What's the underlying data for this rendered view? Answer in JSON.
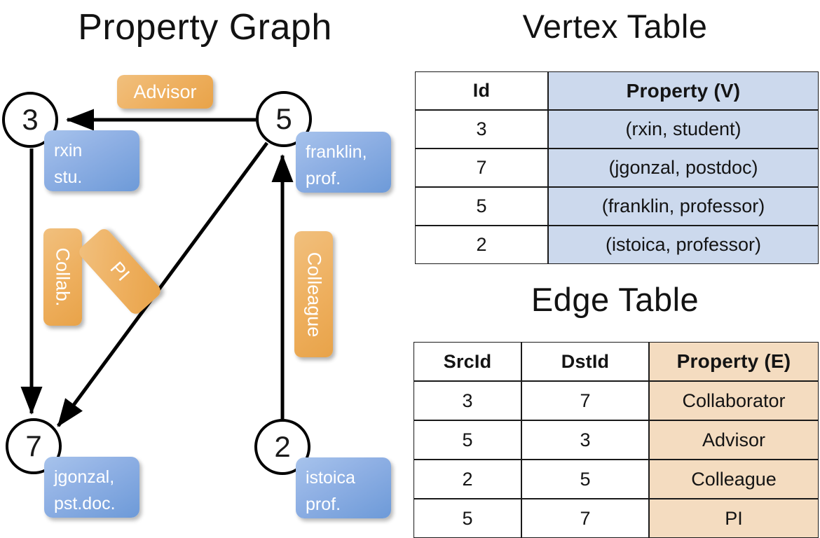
{
  "panels": {
    "graph_title": "Property Graph",
    "vertex_title": "Vertex Table",
    "edge_title": "Edge Table"
  },
  "graph": {
    "nodes": [
      {
        "id": "3",
        "property_lines": [
          "rxin",
          "stu."
        ]
      },
      {
        "id": "5",
        "property_lines": [
          "franklin,",
          "prof."
        ]
      },
      {
        "id": "7",
        "property_lines": [
          "jgonzal,",
          "pst.doc."
        ]
      },
      {
        "id": "2",
        "property_lines": [
          "istoica",
          "prof."
        ]
      }
    ],
    "edge_labels": [
      {
        "name": "advisor",
        "text": "Advisor"
      },
      {
        "name": "collab",
        "text": "Collab."
      },
      {
        "name": "pi",
        "text": "PI"
      },
      {
        "name": "colleague",
        "text": "Colleague"
      }
    ]
  },
  "vertex_table": {
    "headers": [
      "Id",
      "Property (V)"
    ],
    "rows": [
      {
        "id": "3",
        "property": "(rxin, student)"
      },
      {
        "id": "7",
        "property": "(jgonzal, postdoc)"
      },
      {
        "id": "5",
        "property": "(franklin, professor)"
      },
      {
        "id": "2",
        "property": "(istoica, professor)"
      }
    ]
  },
  "edge_table": {
    "headers": [
      "SrcId",
      "DstId",
      "Property (E)"
    ],
    "rows": [
      {
        "src": "3",
        "dst": "7",
        "property": "Collaborator"
      },
      {
        "src": "5",
        "dst": "3",
        "property": "Advisor"
      },
      {
        "src": "2",
        "dst": "5",
        "property": "Colleague"
      },
      {
        "src": "5",
        "dst": "7",
        "property": "PI"
      }
    ]
  },
  "colors": {
    "vertex_property_fill": "#ccd9ed",
    "edge_property_fill": "#f4dcc0",
    "node_badge_blue": "#6d9ad8",
    "edge_badge_orange": "#e8a349",
    "stroke": "#000000"
  }
}
